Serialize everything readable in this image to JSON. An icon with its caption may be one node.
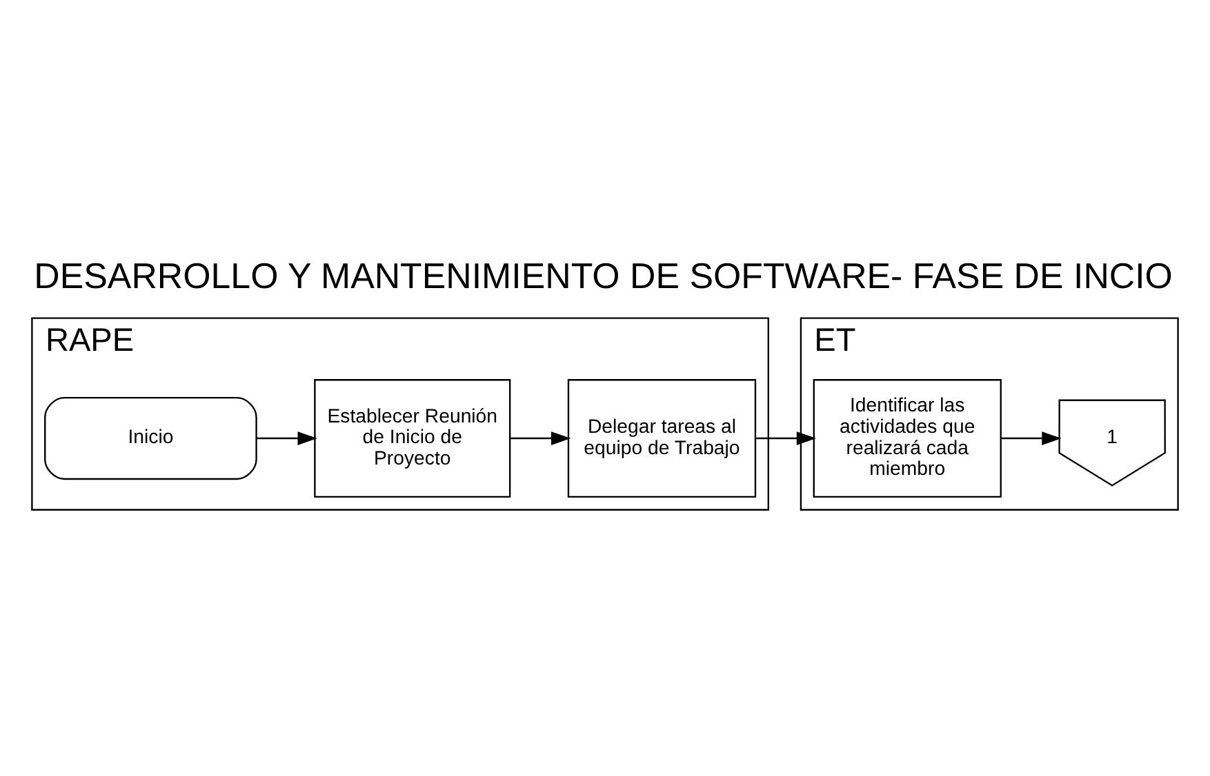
{
  "diagram": {
    "title": "DESARROLLO Y MANTENIMIENTO DE SOFTWARE- FASE DE INCIO",
    "nodes": [
      {
        "text": [
          "RAPE"
        ]
      },
      {
        "text": [
          "Inicio"
        ],
        "in": 0
      },
      {
        "text": [
          "Establecer Reunión de Inicio de Proyecto"
        ],
        "in": 0
      },
      {
        "text": [
          "Delegar tareas al equipo de Trabajo"
        ],
        "in": 0
      },
      {
        "text": [
          "ET"
        ]
      },
      {
        "text": [
          "Identificar las actividades que realizará cada miembro"
        ],
        "in": 4
      },
      {
        "text": [
          "1"
        ],
        "in": 4
      }
    ],
    "edges": [
      {
        "from": 1,
        "to": 2,
        "arrow": "to"
      },
      {
        "from": 2,
        "to": 3,
        "arrow": "to"
      },
      {
        "from": 3,
        "to": 5,
        "arrow": "to"
      },
      {
        "from": 5,
        "to": 6,
        "arrow": "to"
      }
    ]
  }
}
